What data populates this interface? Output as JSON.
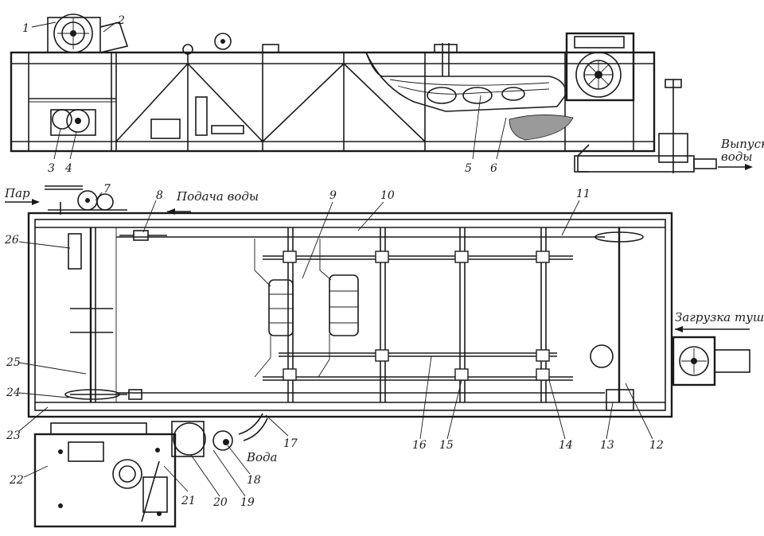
{
  "labels": {
    "pipe_out": "Выпуск",
    "pipe_out2": "воды",
    "steam": "Пар",
    "water_supply": "Подача воды",
    "carcass_load": "Загрузка туш",
    "water": "Вода"
  },
  "numbers": [
    "1",
    "2",
    "3",
    "4",
    "5",
    "6",
    "7",
    "8",
    "9",
    "10",
    "11",
    "12",
    "13",
    "14",
    "15",
    "16",
    "17",
    "18",
    "19",
    "20",
    "21",
    "22",
    "23",
    "24",
    "25",
    "26"
  ]
}
